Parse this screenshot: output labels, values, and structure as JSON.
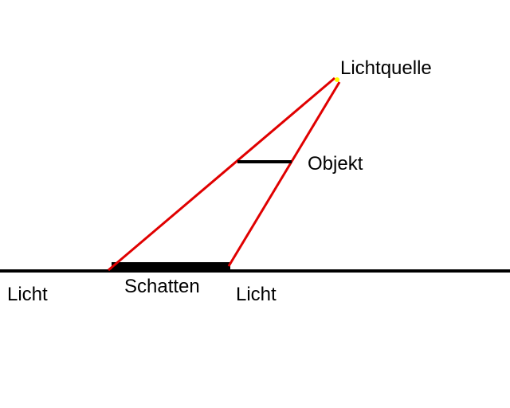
{
  "labels": {
    "light_source": "Lichtquelle",
    "object": "Objekt",
    "shadow": "Schatten",
    "light_left": "Licht",
    "light_right": "Licht"
  },
  "colors": {
    "ray": "#e00000",
    "ground": "#000000",
    "object": "#000000",
    "shadow": "#000000",
    "light_source": "#ffff00",
    "text": "#000000",
    "background": "#ffffff"
  }
}
